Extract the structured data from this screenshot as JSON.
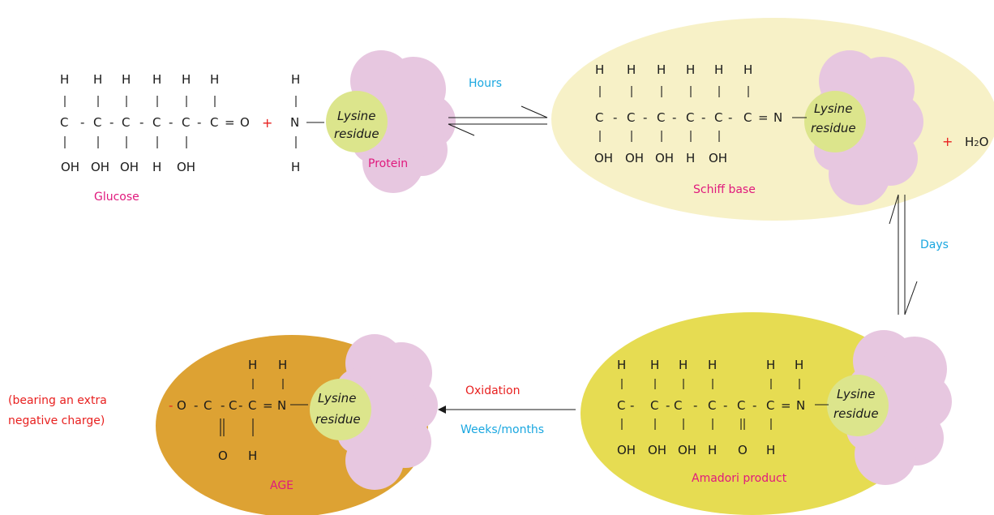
{
  "colors": {
    "schiff_ellipse": "#f7f1c7",
    "amadori_ellipse": "#e6dc52",
    "age_ellipse": "#dda233",
    "protein_blob": "#e7c7e0",
    "lysine_circle": "#dce58c",
    "label_magenta": "#e0197d",
    "label_cyan": "#1aa7e0",
    "label_red": "#e8201f"
  },
  "labels": {
    "glucose": "Glucose",
    "protein": "Protein",
    "schiff_base": "Schiff base",
    "amadori_product": "Amadori product",
    "age": "AGE",
    "hours": "Hours",
    "days": "Days",
    "oxidation": "Oxidation",
    "weeks_months": "Weeks/months",
    "plus": "+",
    "water_H": "H",
    "water_2": "2",
    "water_O": "O",
    "extra_charge_1": "(bearing an extra",
    "extra_charge_2": "negative charge)",
    "lysine_1": "Lysine",
    "lysine_2": "residue"
  },
  "atoms": {
    "H": "H",
    "C": "C",
    "N": "N",
    "O": "O",
    "OH": "OH",
    "dash": "-",
    "double_bond": "=",
    "minus": "-"
  }
}
